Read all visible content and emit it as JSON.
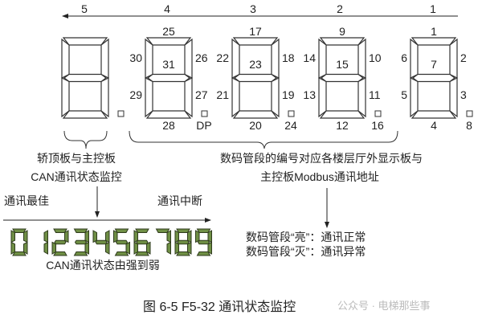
{
  "position_numbers": [
    "5",
    "4",
    "3",
    "2",
    "1"
  ],
  "digits": [
    {
      "position": "5",
      "segments": null,
      "dp": ""
    },
    {
      "position": "4",
      "segments": {
        "top": "25",
        "ul": "30",
        "mid": "31",
        "ur": "26",
        "ll": "29",
        "lr": "27",
        "bot": "28"
      },
      "dp": "DP"
    },
    {
      "position": "3",
      "segments": {
        "top": "17",
        "ul": "22",
        "mid": "23",
        "ur": "18",
        "ll": "21",
        "lr": "19",
        "bot": "20"
      },
      "dp": "24"
    },
    {
      "position": "2",
      "segments": {
        "top": "9",
        "ul": "14",
        "mid": "15",
        "ur": "10",
        "ll": "13",
        "lr": "11",
        "bot": "12"
      },
      "dp": "16"
    },
    {
      "position": "1",
      "segments": {
        "top": "1",
        "ul": "6",
        "mid": "7",
        "ur": "2",
        "ll": "5",
        "lr": "3",
        "bot": "4"
      },
      "dp": "8"
    }
  ],
  "left_note": {
    "line1": "轿顶板与主控板",
    "line2": "CAN通讯状态监控"
  },
  "right_note": {
    "line1": "数码管段的编号对应各楼层厅外显示板与",
    "line2": "主控板Modbus通讯地址"
  },
  "scale": {
    "best": "通讯最佳",
    "broken": "通讯中断",
    "digits": "0123456789",
    "caption": "CAN通讯状态由强到弱"
  },
  "status": {
    "on": "数码管段“亮”：通讯正常",
    "off": "数码管段“灭”：通讯异常"
  },
  "figure_caption": "图 6-5  F5-32 通讯状态监控",
  "watermark": "公众号 · 电梯那些事",
  "colors": {
    "lcd_fill": "#6f8f45",
    "lcd_stroke": "#2e3a1c",
    "outline": "#333333"
  }
}
